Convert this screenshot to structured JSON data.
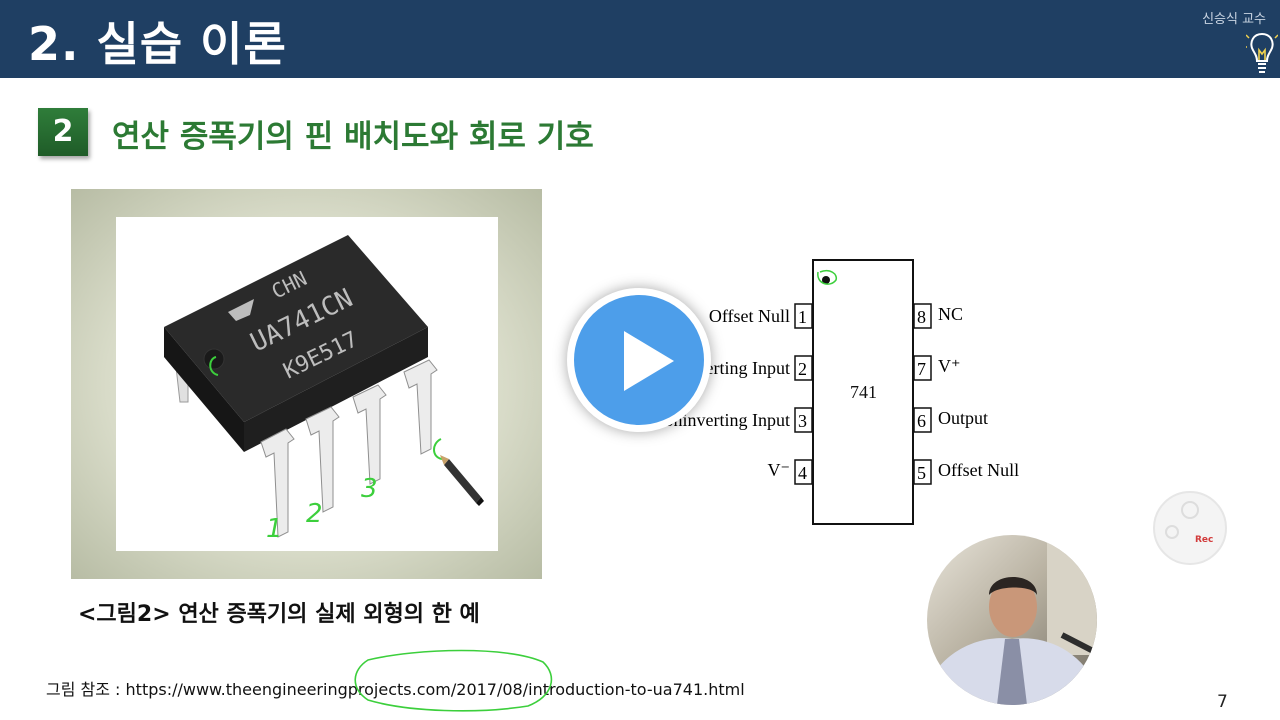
{
  "header": {
    "title": "2. 실습 이론",
    "professor": "신승식 교수"
  },
  "section": {
    "number": "2",
    "title": "연산 증폭기의 핀 배치도와 회로 기호"
  },
  "photo": {
    "chip_marking_line1": "CHN",
    "chip_marking_line2": "UA741CN",
    "chip_marking_line3": "K9E517",
    "handwritten_numbers": [
      "1",
      "2",
      "3"
    ]
  },
  "caption": "<그림2> 연산 증폭기의 실제 외형의 한 예",
  "reference": "그림 참조 : https://www.theengineeringprojects.com/2017/08/introduction-to-ua741.html",
  "pinout": {
    "chip_label": "741",
    "left_pins": [
      {
        "number": "1",
        "label": "Offset Null"
      },
      {
        "number": "2",
        "label": "Inverting Input"
      },
      {
        "number": "3",
        "label": "Noninverting Input"
      },
      {
        "number": "4",
        "label": "V⁻"
      }
    ],
    "right_pins": [
      {
        "number": "8",
        "label": "NC"
      },
      {
        "number": "7",
        "label": "V⁺"
      },
      {
        "number": "6",
        "label": "Output"
      },
      {
        "number": "5",
        "label": "Offset Null"
      }
    ]
  },
  "recorder": {
    "label": "Rec"
  },
  "page_number": "7",
  "colors": {
    "header_bg": "#1f3f63",
    "section_green": "#2c7a34",
    "play_blue": "#4d9eea",
    "annotation_green": "#3ccf3c"
  }
}
